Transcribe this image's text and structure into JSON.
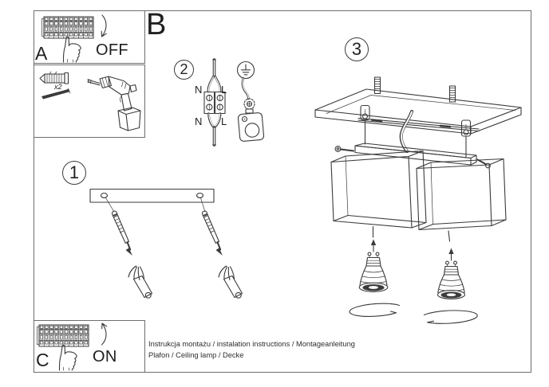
{
  "colors": {
    "line": "#3b3b3b",
    "text": "#1f1f1f",
    "border": "#6e6e6e"
  },
  "section_label": "B",
  "panel_a": {
    "label": "A",
    "switch_state": "OFF"
  },
  "panel_c": {
    "label": "C",
    "switch_state": "ON"
  },
  "tools": {
    "anchor_quantity": "x2"
  },
  "steps": {
    "one": "1",
    "two": "2",
    "three": "3"
  },
  "wiring_labels": {
    "top_left": "N",
    "top_right": "L",
    "bottom_left": "N",
    "bottom_right": "L"
  },
  "footer": {
    "line1": "Instrukcja montażu / instalation instructions / Montageanleitung",
    "line2": "Plafon / Ceiling lamp / Decke"
  }
}
